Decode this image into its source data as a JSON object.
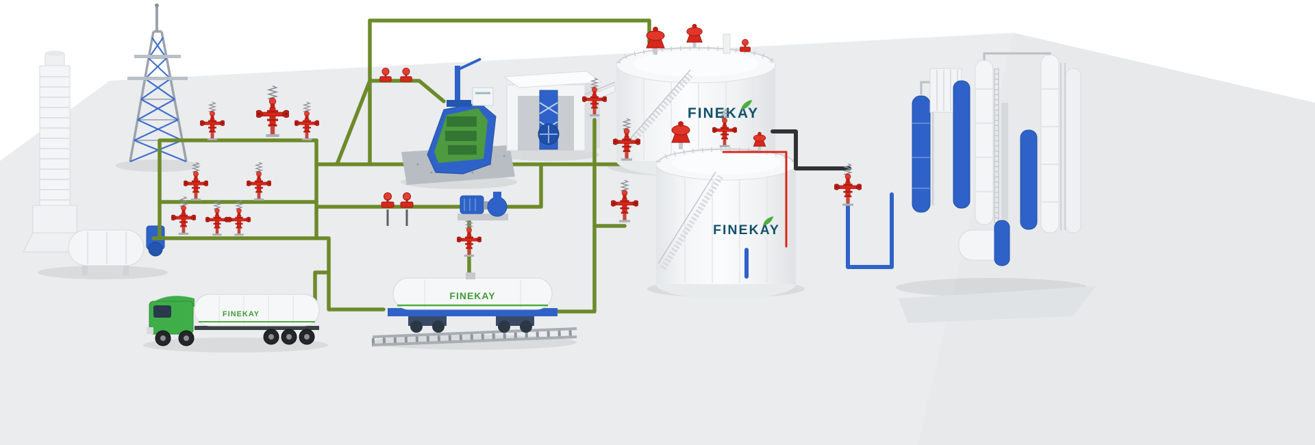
{
  "scene": {
    "type": "3d-industrial-plant-illustration",
    "brand": "FINEKAY",
    "labels": {
      "tank_upper": "FINEKAY",
      "tank_lower": "FINEKAY",
      "truck_tanker": "FINEKAY",
      "rail_tanker": "FINEKAY"
    },
    "colors": {
      "ground": "#eaecee",
      "pipe_green": "#6d8a2a",
      "pipe_black": "#303234",
      "pipe_blue": "#2f62c8",
      "valve_red": "#d6281c",
      "equipment_blue": "#2e62c9",
      "white_equipment": "#f4f5f6",
      "truck_green": "#3fae49",
      "brand_text": "#12506b",
      "brand_leaf_green": "#3f9a37"
    }
  }
}
